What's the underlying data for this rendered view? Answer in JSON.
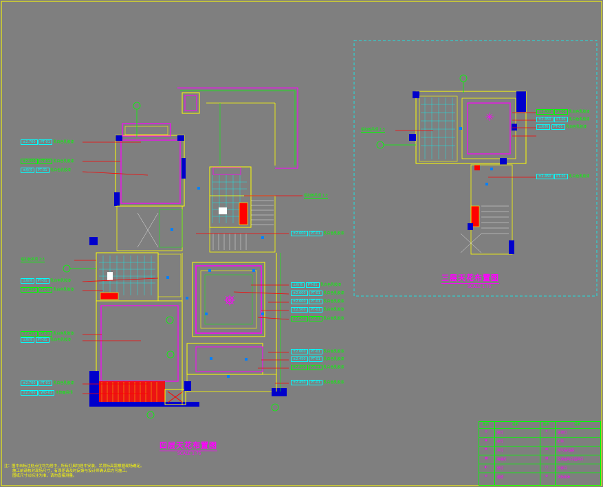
{
  "drawing": {
    "plan_4f": {
      "title": "四层天花布置图",
      "scale": "SCALE  1:75"
    },
    "plan_3f": {
      "title": "三层天花布置图",
      "scale": "SCALE  1:75"
    },
    "notes": [
      "注：图中未标注处点位均为居中，所有灯具均居中安装，吊顶标高需根据现场确定。",
      "施工前请核对现场尺寸，有误差请及时反馈与设计师确认后方可施工。",
      "图纸尺寸以标注为准，请勿直接测量。"
    ],
    "callouts_left": [
      {
        "elev": "±2.700",
        "code": "PT-01",
        "text": "乳白色乳胶漆"
      },
      {
        "elev": "±2.400",
        "code": "PT-01",
        "text": "乳白色乳胶漆"
      },
      {
        "elev": "±原顶",
        "code": "PT-01",
        "text": "乳白色乳胶漆"
      },
      {
        "elev": "",
        "code": "",
        "text": "铝扣板吊顶 1:3"
      },
      {
        "elev": "±原顶",
        "code": "PT-01",
        "text": "乳白色乳胶漆"
      },
      {
        "elev": "±2.400",
        "code": "PT-01",
        "text": "乳白色乳胶漆"
      },
      {
        "elev": "±2.400",
        "code": "PT-01",
        "text": "乳白色乳胶漆"
      },
      {
        "elev": "±原顶",
        "code": "PT-01",
        "text": "乳白色乳胶漆"
      },
      {
        "elev": "±2.700",
        "code": "PT-01",
        "text": "乳白色乳胶漆"
      },
      {
        "elev": "±2.700",
        "code": "WD-01",
        "text": "木饰面吊顶"
      }
    ],
    "callouts_right": [
      {
        "elev": "",
        "code": "",
        "text": "铝扣板吊顶 1:3"
      },
      {
        "elev": "±2.600",
        "code": "PT-01",
        "text": "乳白色乳胶漆"
      },
      {
        "elev": "±原顶",
        "code": "PT-01",
        "text": "乳白色乳胶漆"
      },
      {
        "elev": "±2.600",
        "code": "PT-01",
        "text": "乳白色乳胶漆"
      },
      {
        "elev": "±2.600",
        "code": "PT-01",
        "text": "乳白色乳胶漆"
      },
      {
        "elev": "±2.500",
        "code": "PT-01",
        "text": "乳白色乳胶漆"
      },
      {
        "elev": "±2.450",
        "code": "PT-01",
        "text": "乳白色乳胶漆"
      },
      {
        "elev": "±2.600",
        "code": "PT-01",
        "text": "乳白色乳胶漆"
      },
      {
        "elev": "±2.450",
        "code": "PT-01",
        "text": "乳白色乳胶漆"
      },
      {
        "elev": "±2.450",
        "code": "PT-01",
        "text": "乳白色乳胶漆"
      },
      {
        "elev": "±2.450",
        "code": "PT-01",
        "text": "乳白色乳胶漆"
      }
    ],
    "callouts_3f": [
      {
        "elev": "±2.400",
        "code": "PT-01",
        "text": "乳白色乳胶漆"
      },
      {
        "elev": "±2.450",
        "code": "PT-01",
        "text": "乳白色乳胶漆"
      },
      {
        "elev": "±原顶",
        "code": "PT-01",
        "text": "乳白色乳胶漆"
      },
      {
        "elev": "±2.450",
        "code": "PT-01",
        "text": "乳白色乳胶漆"
      },
      {
        "elev": "",
        "code": "",
        "text": "铝扣板吊顶 1:3"
      }
    ],
    "legend": {
      "headers": [
        "图例",
        "说明",
        "图例",
        "说明"
      ],
      "rows": [
        [
          "筒灯",
          "吸顶灯"
        ],
        [
          "射灯",
          "灯带"
        ],
        [
          "吊灯",
          "排气扇/浴霸"
        ],
        [
          "格栅灯",
          "空调出风口/回风口"
        ],
        [
          "壁灯",
          "检修口"
        ],
        [
          "烟感",
          "消防喷淋"
        ]
      ]
    }
  }
}
